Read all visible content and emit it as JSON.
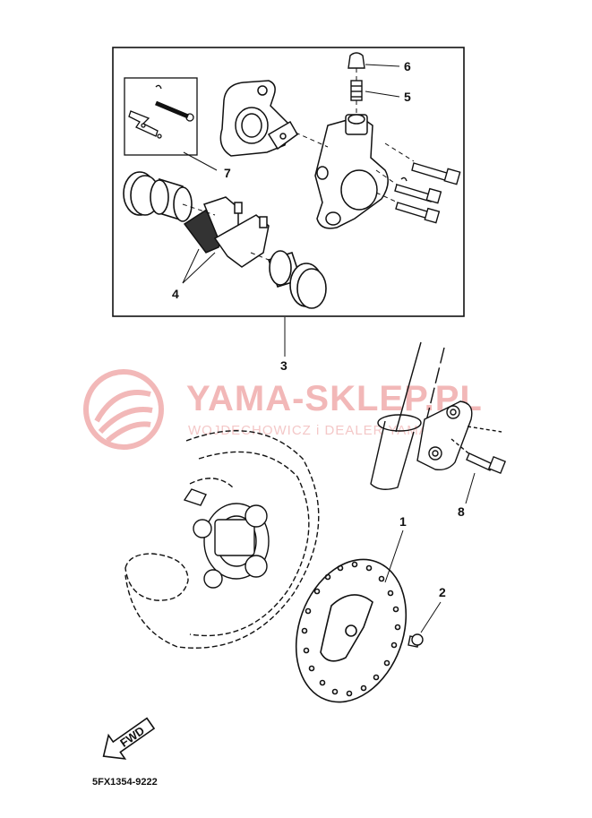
{
  "callouts": {
    "c1": "1",
    "c2": "2",
    "c3": "3",
    "c4": "4",
    "c5": "5",
    "c6": "6",
    "c7": "7",
    "c8": "8"
  },
  "watermark": {
    "brand": "YAMA-SKLEP.PL",
    "subtitle": "WOJDECHOWICZ i DEALER YAMAHA",
    "color": "#f2b8b8"
  },
  "direction_label": "FWD",
  "diagram_code": "5FX1354-9222",
  "line_color": "#111111"
}
